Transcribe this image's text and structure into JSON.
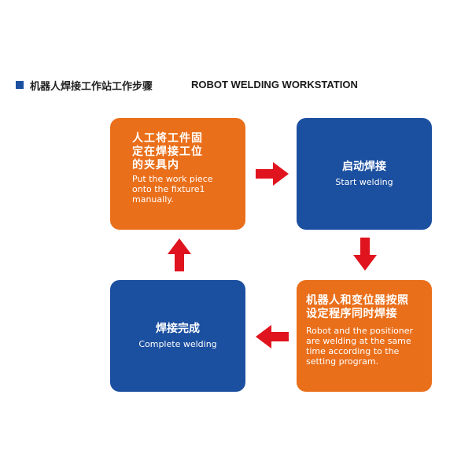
{
  "header": {
    "title_cn": "机器人焊接工作站工作步骤",
    "title_en": "ROBOT WELDING WORKSTATION"
  },
  "steps": [
    {
      "title_cn_lines": [
        "人工将工件固",
        "定在焊接工位",
        "的夹具内"
      ],
      "text_en_lines": [
        "Put the work piece",
        "onto the fixture1",
        "manually."
      ]
    },
    {
      "title_cn": "启动焊接",
      "text_en": "Start welding"
    },
    {
      "title_cn_lines": [
        "机器人和变位器按照",
        "设定程序同时焊接"
      ],
      "text_en_lines": [
        "Robot and the positioner",
        "are welding at the same",
        "time according to the",
        "setting program."
      ]
    },
    {
      "title_cn": "焊接完成",
      "text_en": "Complete welding"
    }
  ],
  "colors": {
    "orange": "#ea6f1a",
    "blue": "#1b4fa0",
    "arrow_red": "#e0141e"
  },
  "icons": [
    "arrow-right-icon",
    "arrow-down-icon",
    "arrow-left-icon",
    "arrow-up-icon"
  ]
}
